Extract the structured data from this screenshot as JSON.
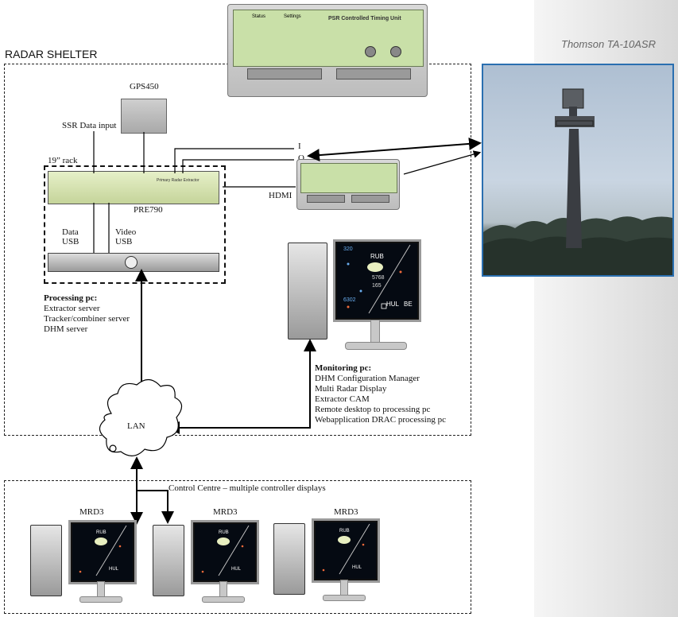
{
  "title": "RADAR SHELTER",
  "radar_caption": "Thomson TA-10ASR",
  "control_centre_label": "Control Centre – multiple controller displays",
  "labels": {
    "gps": "GPS450",
    "ssr": "SSR Data input",
    "rack": "19” rack",
    "pre": "PRE790",
    "data_usb_1": "Data",
    "data_usb_2": "USB",
    "video_usb_1": "Video",
    "video_usb_2": "USB",
    "i": "I",
    "q": "Q",
    "hdmi": "HDMI",
    "lan": "LAN"
  },
  "processing_pc": {
    "heading": "Processing pc:",
    "lines": [
      "Extractor server",
      "Tracker/combiner server",
      "DHM server"
    ]
  },
  "monitoring_pc": {
    "heading": "Monitoring pc:",
    "lines": [
      "DHM Configuration Manager",
      "Multi Radar Display",
      "Extractor CAM",
      "Remote desktop to processing pc",
      "Webapplication DRAC processing pc"
    ]
  },
  "workstations": [
    {
      "label": "MRD3"
    },
    {
      "label": "MRD3"
    },
    {
      "label": "MRD3"
    }
  ],
  "device_text": {
    "tu_title": "PSR Controlled Timing Unit",
    "tu_status": "Status",
    "tu_settings": "Settings",
    "pre_title": "Primary Radar Extractor"
  },
  "radar_screen": {
    "labels": [
      "RUB",
      "320",
      "5768",
      "165",
      "6302",
      "HUL",
      "BE"
    ]
  },
  "colors": {
    "border": "#222222",
    "photo_border": "#2a6fb0",
    "device_green": "#c9e0a8"
  }
}
